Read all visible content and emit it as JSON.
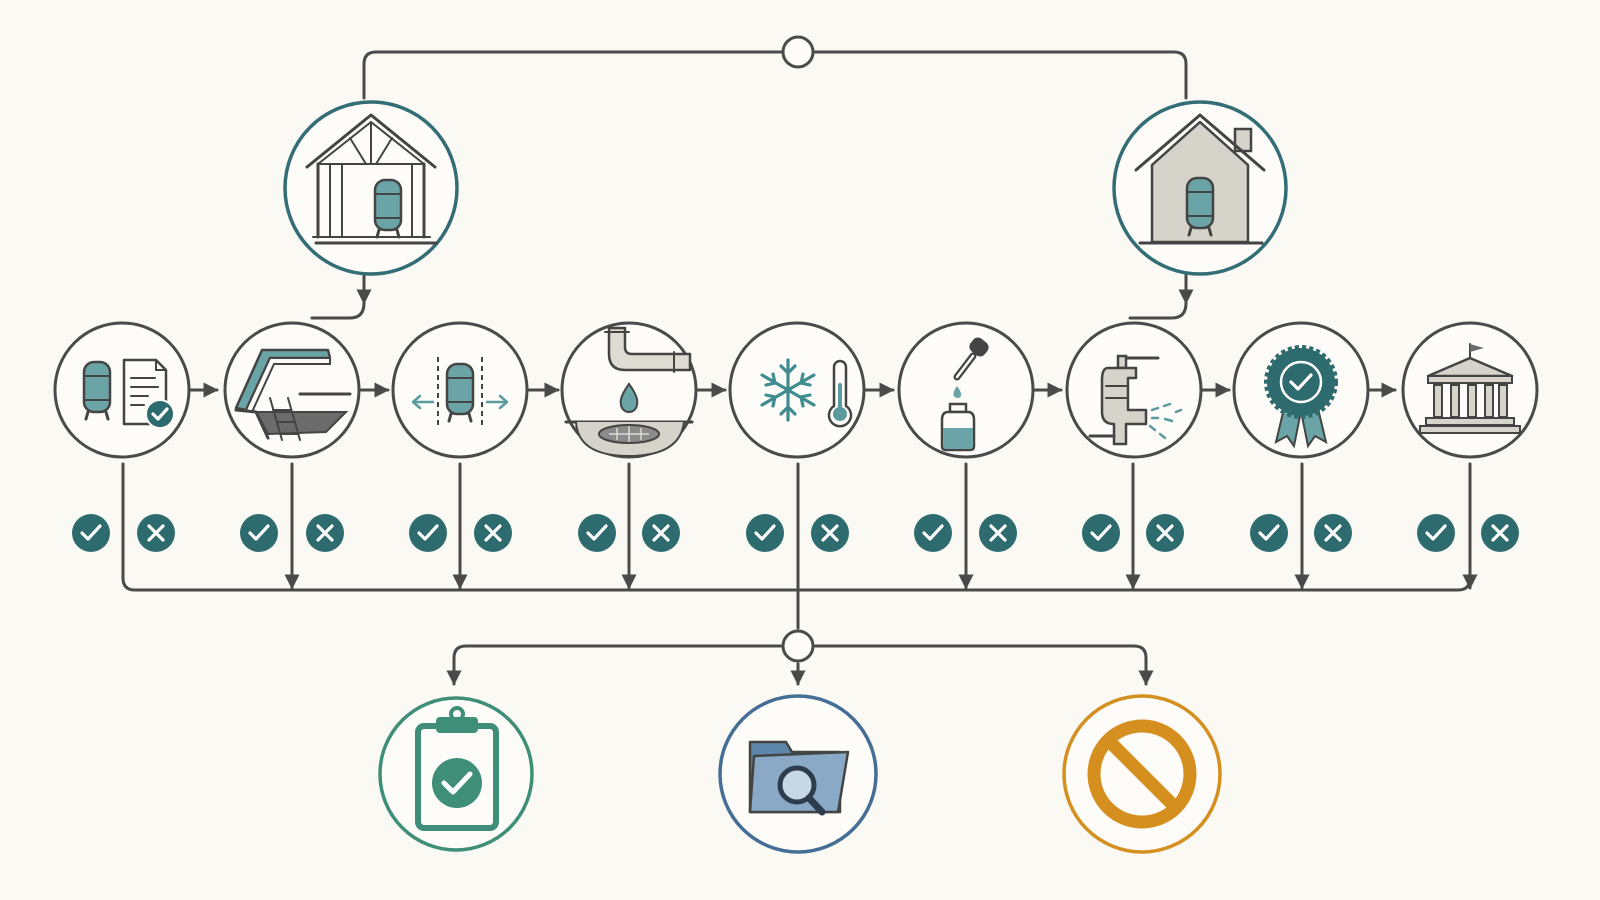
{
  "palette": {
    "background": "#fbf9f3",
    "line": "#4a4a4a",
    "teal": "#5b9b9e",
    "teal_dark": "#2e6b6e",
    "green": "#3f8f78",
    "blue": "#446e95",
    "orange": "#d48f1f"
  },
  "entry_points": [
    {
      "id": "new-construction",
      "icon": "house-frame-with-water-tank-icon"
    },
    {
      "id": "existing-home",
      "icon": "finished-house-with-water-tank-icon"
    }
  ],
  "steps": [
    {
      "id": "tank-documentation",
      "icon": "tank-with-approved-document-icon"
    },
    {
      "id": "crawlspace-access",
      "icon": "open-hatch-with-ladder-icon"
    },
    {
      "id": "tank-clearance",
      "icon": "tank-with-clearance-arrows-icon"
    },
    {
      "id": "drain-leak-check",
      "icon": "pipe-drip-over-floor-drain-icon"
    },
    {
      "id": "freeze-protection",
      "icon": "snowflake-and-thermometer-icon"
    },
    {
      "id": "water-sample",
      "icon": "dropper-and-sample-bottle-icon"
    },
    {
      "id": "fixture-flow-test",
      "icon": "faucet-spraying-water-icon"
    },
    {
      "id": "certification",
      "icon": "certified-seal-ribbon-icon"
    },
    {
      "id": "authority-filing",
      "icon": "government-building-icon"
    }
  ],
  "step_outcomes": [
    "pass",
    "fail"
  ],
  "results": [
    {
      "id": "approved",
      "icon": "clipboard-check-icon",
      "color": "#3f8f78"
    },
    {
      "id": "further-review",
      "icon": "folder-magnifier-icon",
      "color": "#446e95"
    },
    {
      "id": "rejected",
      "icon": "prohibited-circle-icon",
      "color": "#d48f1f"
    }
  ]
}
